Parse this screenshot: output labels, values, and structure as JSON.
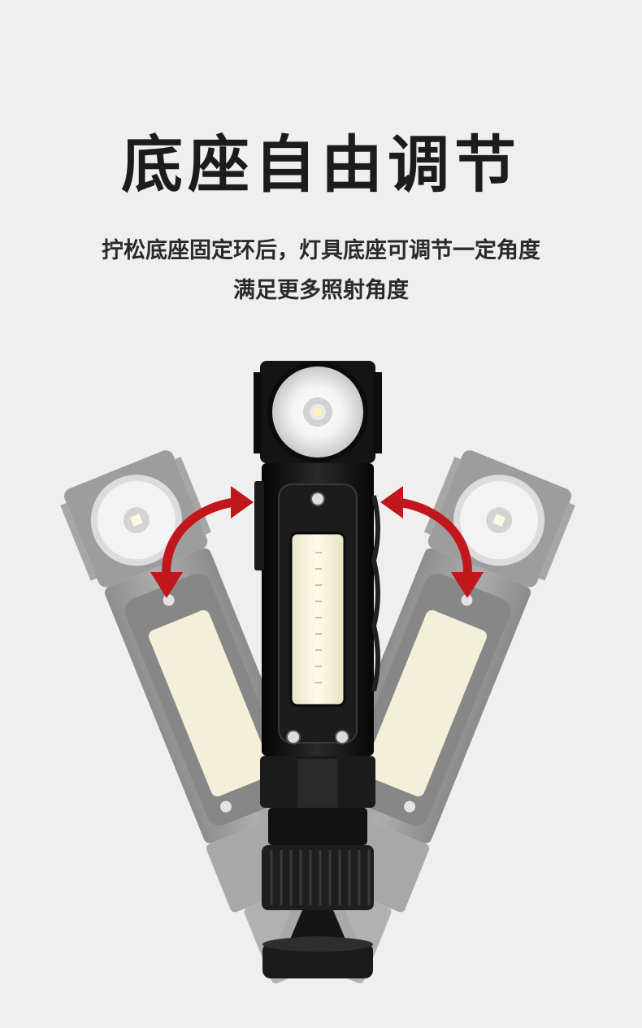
{
  "title": "底座自由调节",
  "subtitle_line1": "拧松底座固定环后，灯具底座可调节一定角度",
  "subtitle_line2": "满足更多照射角度",
  "colors": {
    "background": "#efefef",
    "arrow": "#c0161c",
    "body": "#111111",
    "ghost": "#8d8d8d",
    "cob_light": "#fbf6d8"
  },
  "icons": {
    "left_arrow": "curved-arrow-icon",
    "right_arrow": "curved-arrow-icon"
  }
}
